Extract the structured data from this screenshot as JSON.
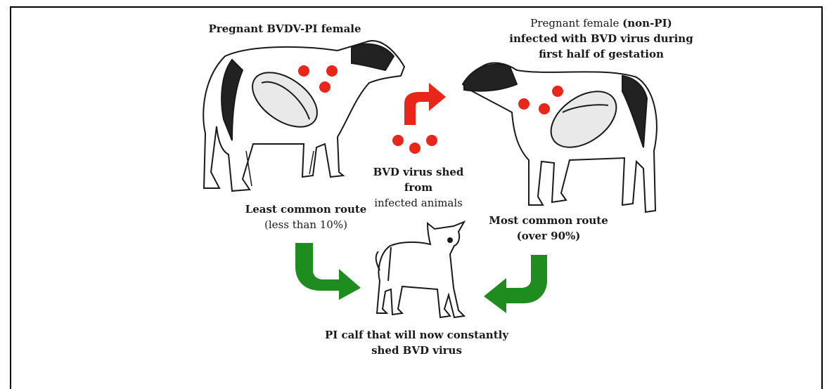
{
  "labels": {
    "pi_female": "Pregnant BVDV-PI female",
    "non_pi_female": {
      "line1_a": "Pregnant female",
      "line1_b": "(non-PI)",
      "line2": "infected with BVD virus during",
      "line3": "first half of gestation"
    },
    "virus_shed": {
      "line1": "BVD virus shed from",
      "line2": "infected animals"
    },
    "least_route": {
      "line1": "Least common route",
      "line2": "(less than 10%)"
    },
    "most_route": {
      "line1": "Most common route",
      "line2": "(over 90%)"
    },
    "pi_calf": {
      "line1": "PI calf that will now constantly",
      "line2": "shed BVD virus"
    }
  },
  "colors": {
    "virus_red": "#e8261a",
    "route_green": "#1e8c1e",
    "ink": "#1a1a1a"
  },
  "icons": [
    "pregnant-cow-left",
    "pregnant-cow-right",
    "calf",
    "virus-dot",
    "curved-arrow"
  ]
}
